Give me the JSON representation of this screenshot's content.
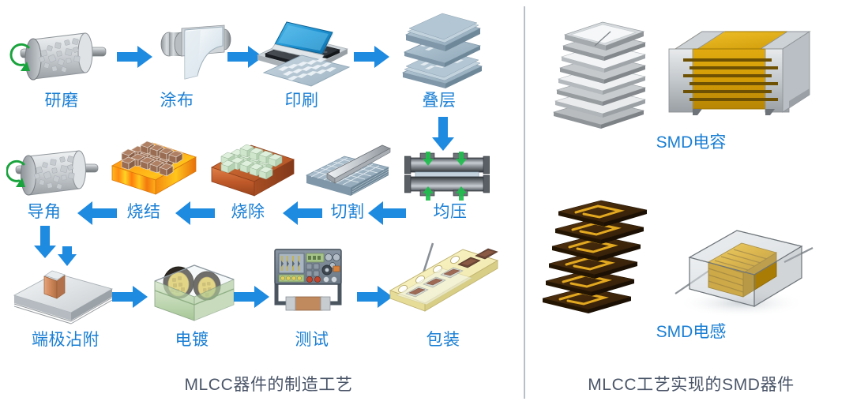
{
  "figure": {
    "left_panel": {
      "caption": "MLCC器件的制造工艺",
      "rows": [
        {
          "direction": "left-to-right",
          "steps": [
            {
              "label": "研磨",
              "icon": "ball-mill-icon"
            },
            {
              "label": "涂布",
              "icon": "coating-roller-icon"
            },
            {
              "label": "印刷",
              "icon": "screen-printer-icon"
            },
            {
              "label": "叠层",
              "icon": "layer-stack-icon"
            }
          ]
        },
        {
          "direction": "right-to-left",
          "steps": [
            {
              "label": "均压",
              "icon": "isostatic-press-icon"
            },
            {
              "label": "切割",
              "icon": "dicing-blade-icon"
            },
            {
              "label": "烧除",
              "icon": "binder-burnout-tray-icon"
            },
            {
              "label": "烧结",
              "icon": "sintering-furnace-tray-icon"
            },
            {
              "label": "导角",
              "icon": "chamfering-icon"
            }
          ]
        },
        {
          "direction": "left-to-right",
          "steps": [
            {
              "label": "端极沾附",
              "icon": "termination-dipping-icon"
            },
            {
              "label": "电镀",
              "icon": "electroplating-bath-icon"
            },
            {
              "label": "测试",
              "icon": "test-instrument-icon"
            },
            {
              "label": "包装",
              "icon": "carrier-tape-icon"
            }
          ]
        }
      ]
    },
    "right_panel": {
      "caption": "MLCC工艺实现的SMD器件",
      "devices": [
        {
          "label": "SMD电容",
          "icons": [
            "ceramic-sheet-stack-icon",
            "mlcc-chip-capacitor-icon"
          ]
        },
        {
          "label": "SMD电感",
          "icons": [
            "inductor-coil-layer-stack-icon",
            "smd-power-inductor-icon"
          ]
        }
      ]
    }
  },
  "colors": {
    "accent_blue": "#1a7fd4",
    "arrow_blue": "#1e8ae0",
    "caption_gray": "#4a5568",
    "green_arrow": "#19a33c",
    "gold": "#d9a400",
    "copper": "#c35a2a",
    "divider": "#b9bfc9"
  }
}
